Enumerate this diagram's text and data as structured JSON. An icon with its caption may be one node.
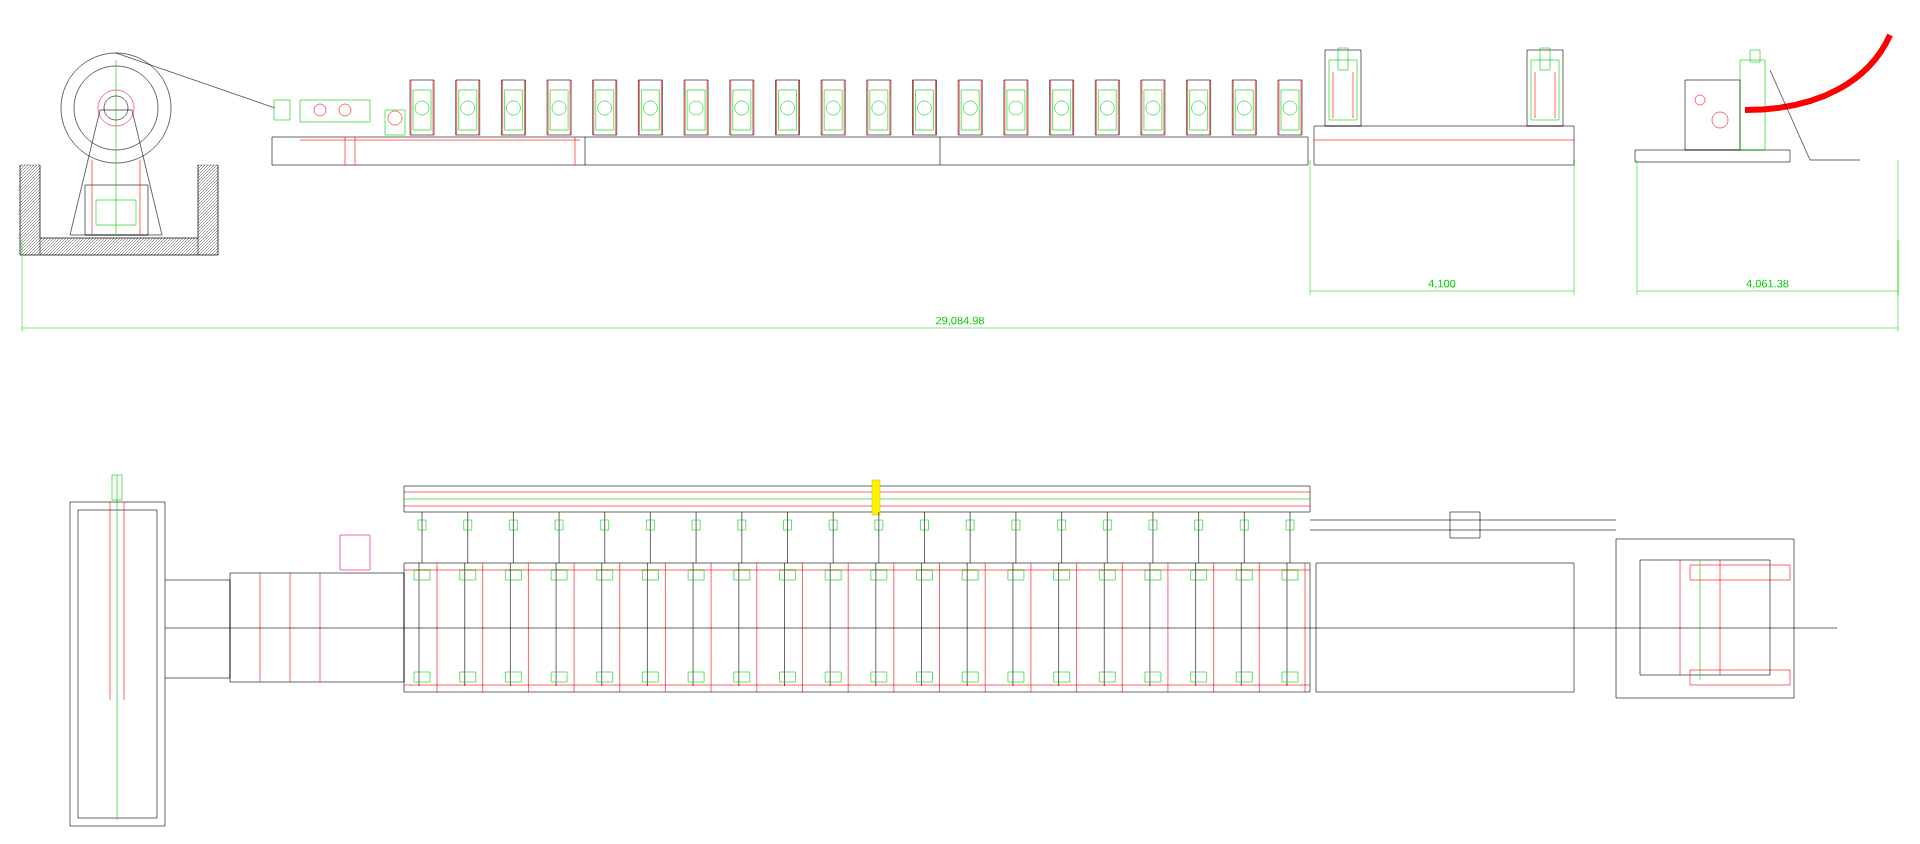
{
  "diagram": {
    "labels": [
      "4,100",
      "4,061.38",
      "29,084.98"
    ]
  }
}
